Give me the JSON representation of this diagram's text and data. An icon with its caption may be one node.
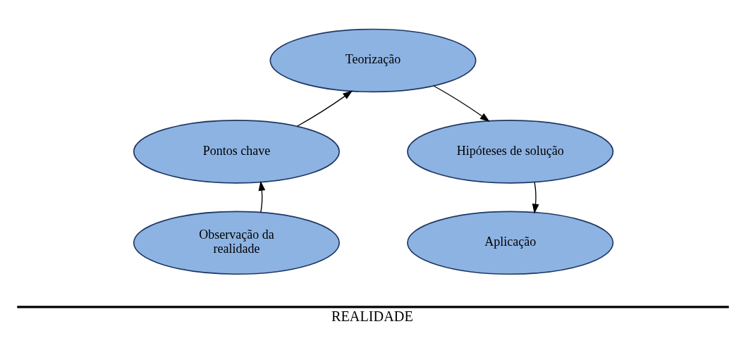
{
  "diagram": {
    "nodes": [
      {
        "text": [
          "Teorização"
        ]
      },
      {
        "text": [
          "Pontos chave"
        ]
      },
      {
        "text": [
          "Hipóteses de solução"
        ]
      },
      {
        "text": [
          "Observação da realidade"
        ]
      },
      {
        "text": [
          "Aplicação"
        ]
      }
    ],
    "edges": [
      {
        "from": 3,
        "to": 1,
        "arrow": "to"
      },
      {
        "from": 1,
        "to": 0,
        "arrow": "to"
      },
      {
        "from": 0,
        "to": 2,
        "arrow": "to"
      },
      {
        "from": 2,
        "to": 4,
        "arrow": "to"
      }
    ],
    "labels": [
      "REALIDADE"
    ]
  }
}
